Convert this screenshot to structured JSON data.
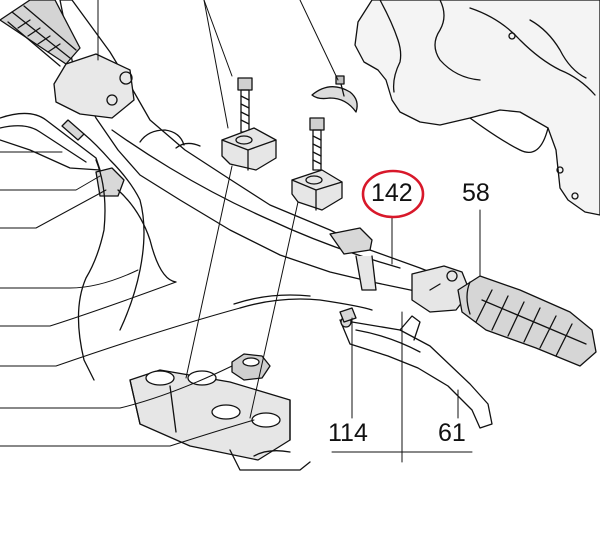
{
  "diagram": {
    "callouts": {
      "part_142": "142",
      "part_58": "58",
      "part_114": "114",
      "part_61": "61"
    },
    "highlight_color": "#d8182a",
    "ink_color": "#111111",
    "shade_color": "#e6e6e6"
  }
}
